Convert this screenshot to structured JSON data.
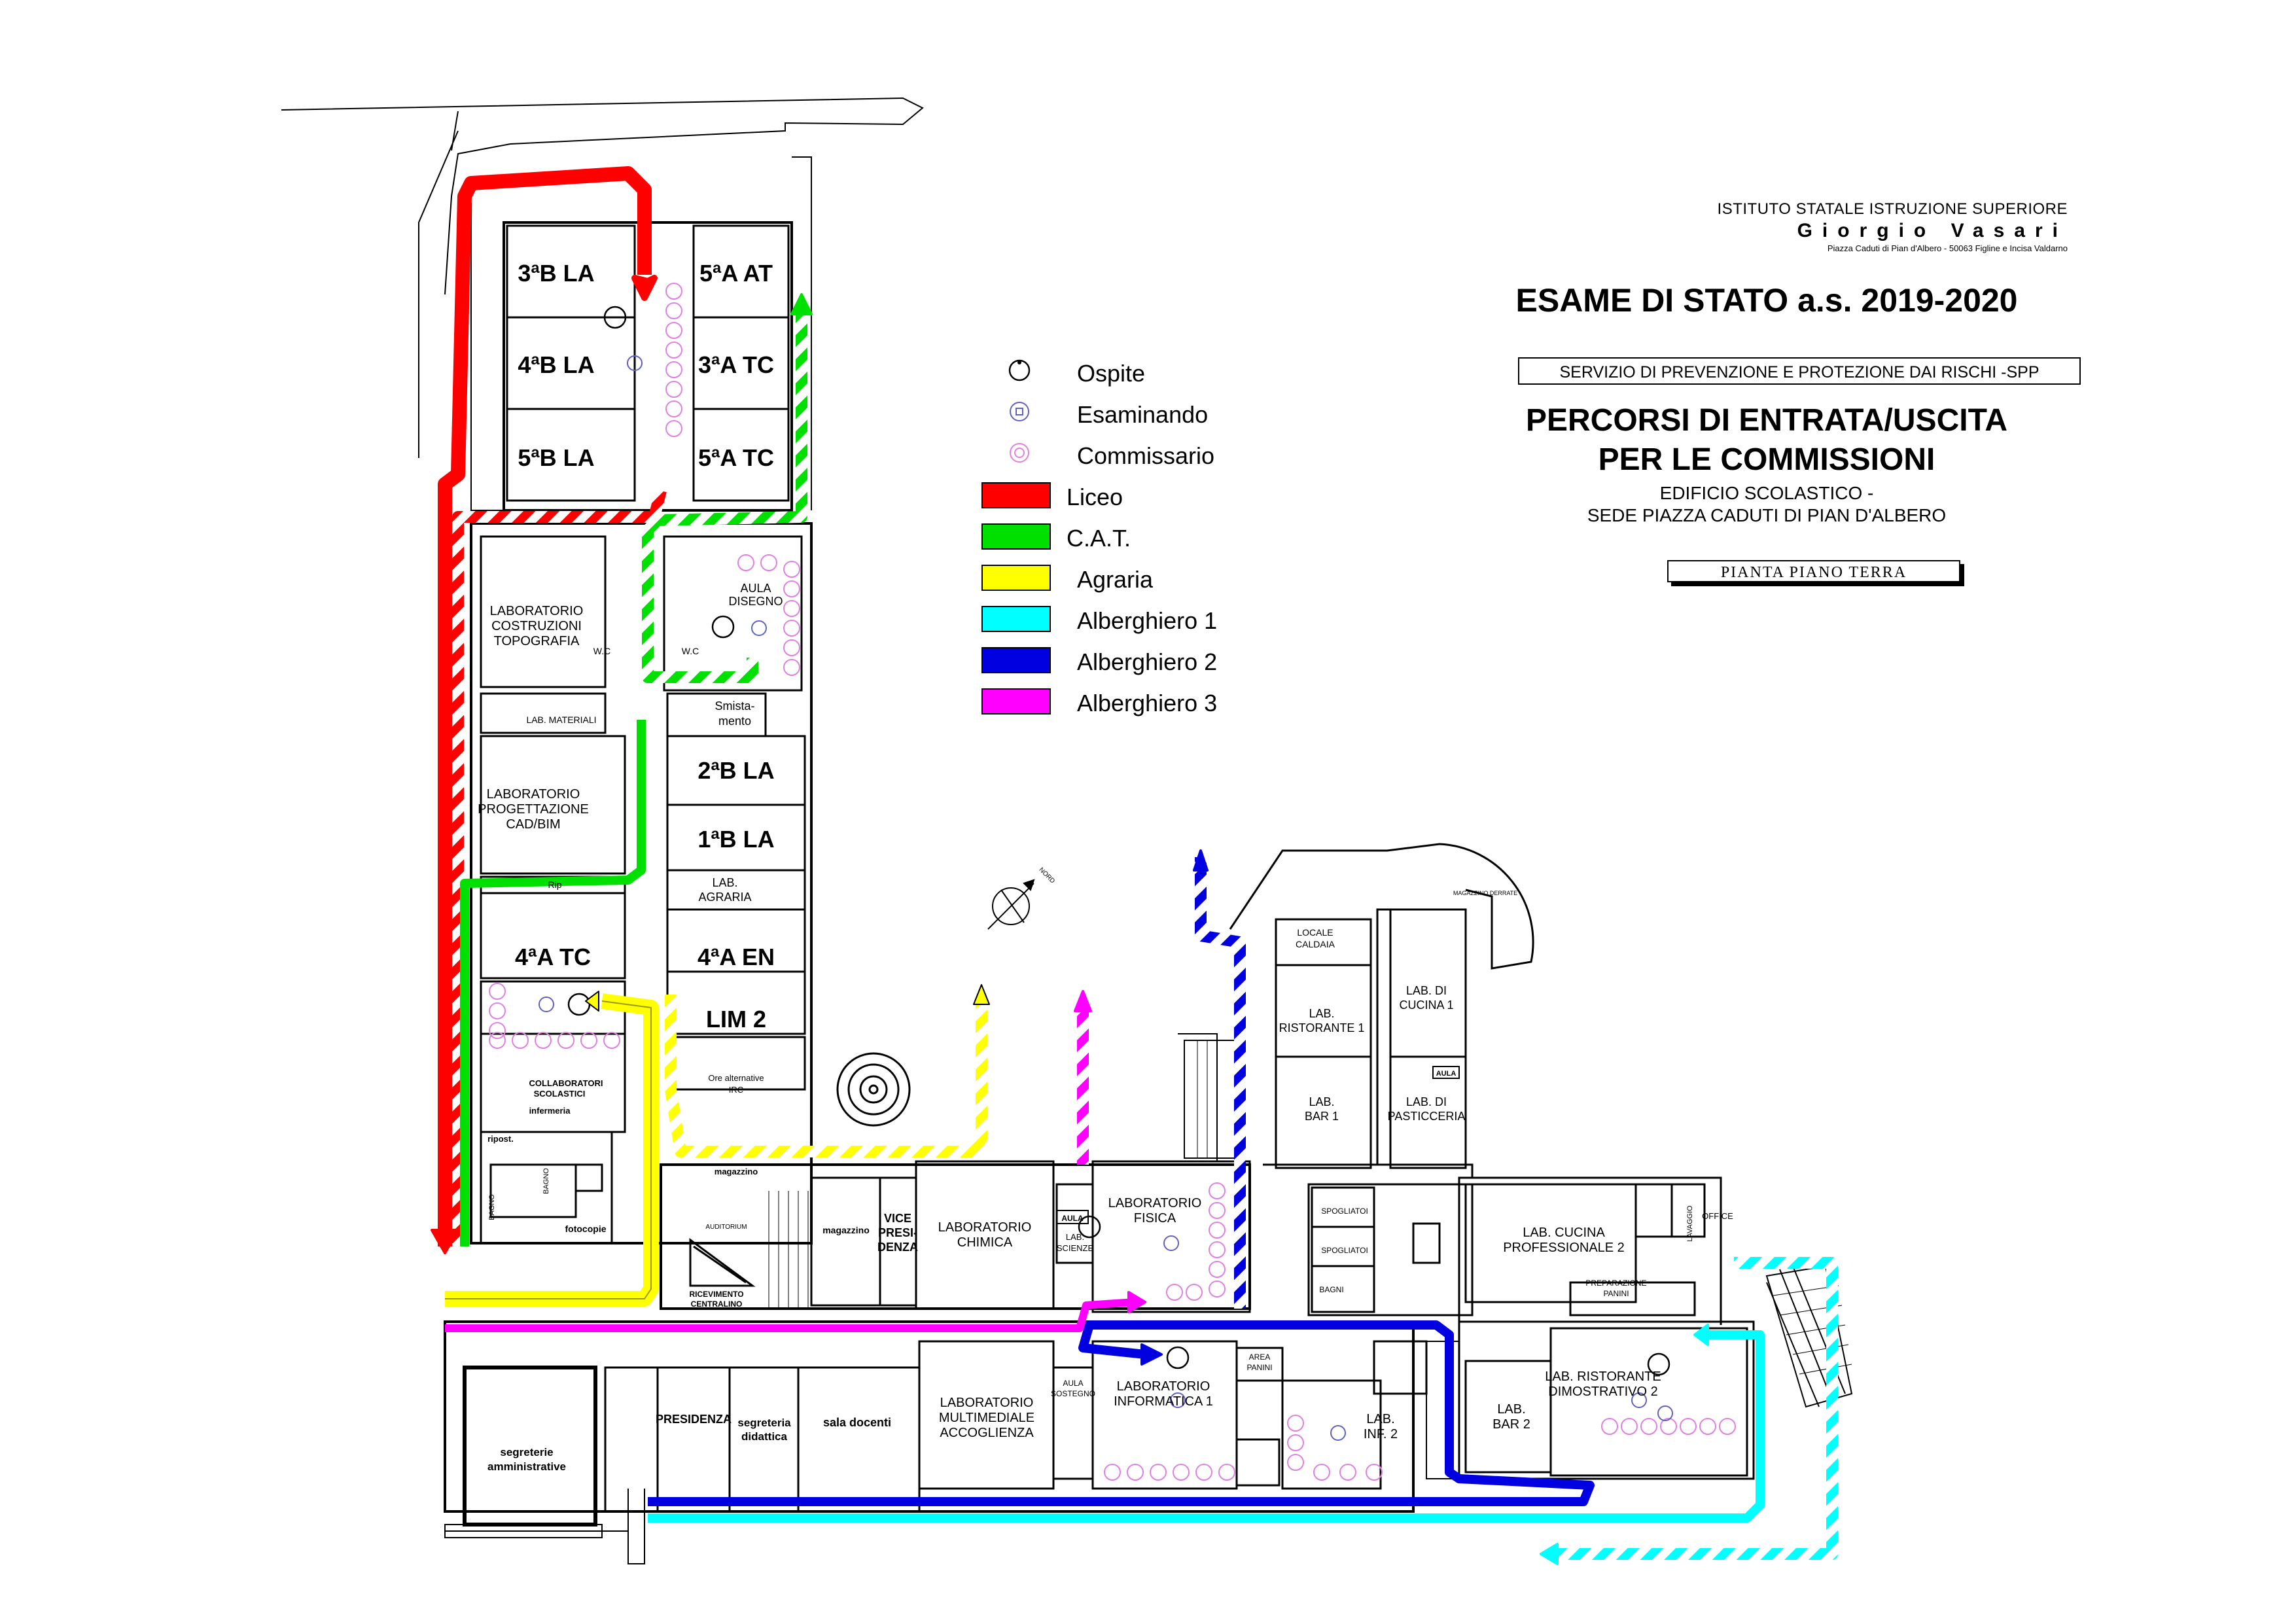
{
  "header": {
    "school_line1": "ISTITUTO STATALE ISTRUZIONE SUPERIORE",
    "school_name": "Giorgio Vasari",
    "school_address": "Piazza Caduti di Pian d'Albero - 50063 Figline e Incisa Valdarno",
    "exam_title": "ESAME DI STATO a.s. 2019-2020",
    "service": "SERVIZIO DI PREVENZIONE E PROTEZIONE DAI RISCHI -SPP",
    "title_line1": "PERCORSI DI ENTRATA/USCITA",
    "title_line2": "PER LE COMMISSIONI",
    "building_line1": "EDIFICIO SCOLASTICO -",
    "building_line2": "SEDE PIAZZA CADUTI DI PIAN D'ALBERO",
    "plan_label": "PIANTA PIANO TERRA"
  },
  "legend": {
    "symbols": [
      {
        "label": "Ospite",
        "icon": "ospite-icon"
      },
      {
        "label": "Esaminando",
        "icon": "esaminando-icon"
      },
      {
        "label": "Commissario",
        "icon": "commissario-icon"
      }
    ],
    "routes": [
      {
        "label": "Liceo",
        "color": "#ff0000"
      },
      {
        "label": "C.A.T.",
        "color": "#00e000"
      },
      {
        "label": "Agraria",
        "color": "#ffff00"
      },
      {
        "label": "Alberghiero 1",
        "color": "#00ffff"
      },
      {
        "label": "Alberghiero 2",
        "color": "#0000e0"
      },
      {
        "label": "Alberghiero 3",
        "color": "#ff00ff"
      }
    ]
  },
  "rooms": {
    "r3bla": "3ªB LA",
    "r4bla": "4ªB LA",
    "r5bla": "5ªB LA",
    "r5aat": "5ªA AT",
    "r3atc": "3ªA TC",
    "r5atc": "5ªA TC",
    "lab_costr_1": "LABORATORIO",
    "lab_costr_2": "COSTRUZIONI",
    "lab_costr_3": "TOPOGRAFIA",
    "wc1": "W.C",
    "wc2": "W.C",
    "aula_dis_1": "AULA",
    "aula_dis_2": "DISEGNO",
    "lab_materiali": "LAB. MATERIALI",
    "smist_1": "Smista-",
    "smist_2": "mento",
    "lab_prog_1": "LABORATORIO",
    "lab_prog_2": "PROGETTAZIONE",
    "lab_prog_3": "CAD/BIM",
    "r2bla": "2ªB LA",
    "r1bla": "1ªB LA",
    "lab_agr_1": "LAB.",
    "lab_agr_2": "AGRARIA",
    "rip": "Rip",
    "r4atc": "4ªA TC",
    "r4aen": "4ªA EN",
    "lim2": "LIM 2",
    "ore_alt_1": "Ore alternative",
    "ore_alt_2": "IRC",
    "collab_1": "COLLABORATORI",
    "collab_2": "SCOLASTICI",
    "infermeria": "infermeria",
    "ripost": "ripost.",
    "bagno1": "BAGNO",
    "bagno2": "BAGNO",
    "fotocopie": "fotocopie",
    "magazzino1": "magazzino",
    "auditorium": "AUDITORIUM",
    "ricev_1": "RICEVIMENTO",
    "ricev_2": "CENTRALINO",
    "magazzino2": "magazzino",
    "vice_1": "VICE",
    "vice_2": "PRESI-",
    "vice_3": "DENZA",
    "lab_chim_1": "LABORATORIO",
    "lab_chim_2": "CHIMICA",
    "aula_tag": "AULA",
    "lab_sci_1": "LAB.",
    "lab_sci_2": "SCIENZE",
    "lab_fis_1": "LABORATORIO",
    "lab_fis_2": "FISICA",
    "locale_1": "LOCALE",
    "locale_2": "CALDAIA",
    "lab_rist1_1": "LAB.",
    "lab_rist1_2": "RISTORANTE 1",
    "lab_cuc1_1": "LAB. DI",
    "lab_cuc1_2": "CUCINA 1",
    "lab_bar1_1": "LAB.",
    "lab_bar1_2": "BAR 1",
    "lab_past_1": "LAB. DI",
    "lab_past_2": "PASTICCERIA",
    "magazzino_derrate": "MAGAZZINO DERRATE",
    "spogliatoi1": "SPOGLIATOI",
    "spogliatoi2": "SPOGLIATOI",
    "bagni": "BAGNI",
    "lab_cuc2_1": "LAB. CUCINA",
    "lab_cuc2_2": "PROFESSIONALE 2",
    "prep_1": "PREPARAZIONE",
    "prep_2": "PANINI",
    "lavaggio": "LAVAGGIO",
    "office": "OFFICE",
    "lab_rist2_1": "LAB. RISTORANTE",
    "lab_rist2_2": "DIMOSTRATIVO 2",
    "lab_bar2_1": "LAB.",
    "lab_bar2_2": "BAR 2",
    "segr_amm_1": "segreterie",
    "segr_amm_2": "amministrative",
    "presidenza": "PRESIDENZA",
    "segr_did_1": "segreteria",
    "segr_did_2": "didattica",
    "sala_docenti": "sala docenti",
    "lab_multi_1": "LABORATORIO",
    "lab_multi_2": "MULTIMEDIALE",
    "lab_multi_3": "ACCOGLIENZA",
    "aula_sost_1": "AULA",
    "aula_sost_2": "SOSTEGNO",
    "lab_inf1_1": "LABORATORIO",
    "lab_inf1_2": "INFORMATICA 1",
    "area_1": "AREA",
    "area_2": "PANINI",
    "lab_inf2_1": "LAB.",
    "lab_inf2_2": "INF. 2",
    "nord": "NORD"
  }
}
